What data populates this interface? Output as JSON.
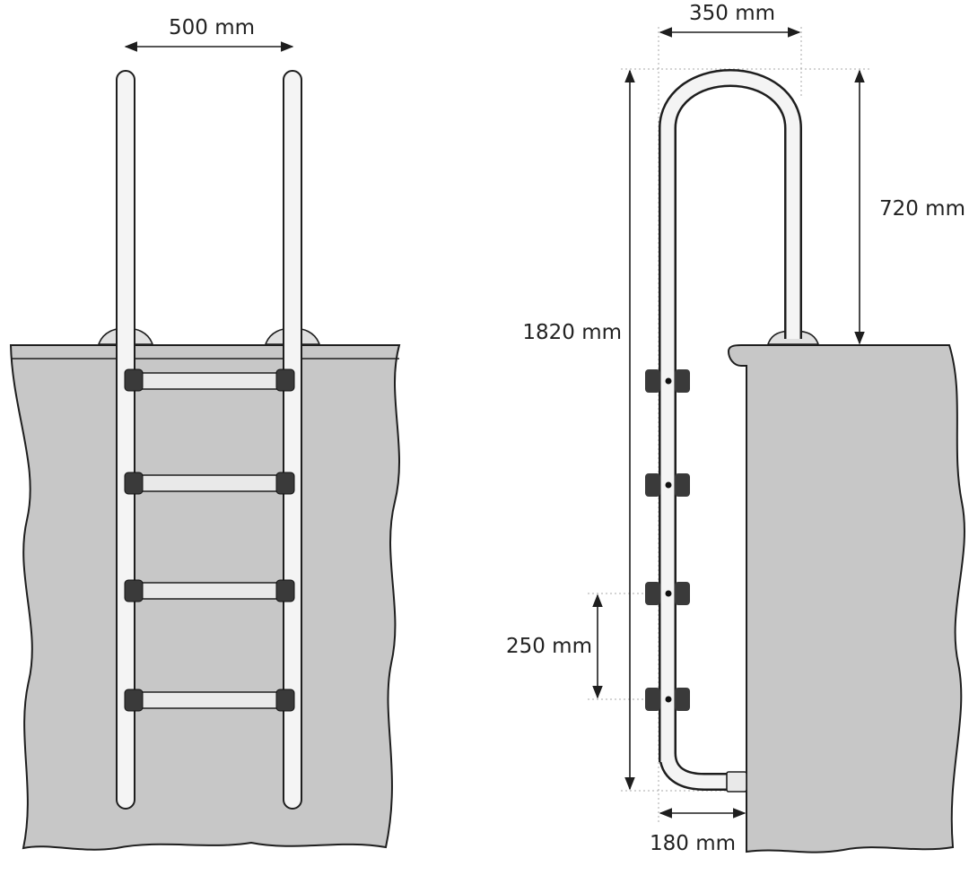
{
  "front_view": {
    "width_label": "500 mm"
  },
  "side_view": {
    "top_width_label": "350 mm",
    "total_height_label": "1820 mm",
    "handrail_height_label": "720 mm",
    "step_spacing_label": "250 mm",
    "bottom_offset_label": "180 mm"
  },
  "colors": {
    "wall_fill": "#c7c7c7",
    "outline": "#1e1e1e",
    "rail_fill": "#f4f4f4",
    "tread_fill": "#e9e9e9",
    "clamp_fill": "#3a3a3a",
    "dotted_guide": "#aaaaaa"
  }
}
